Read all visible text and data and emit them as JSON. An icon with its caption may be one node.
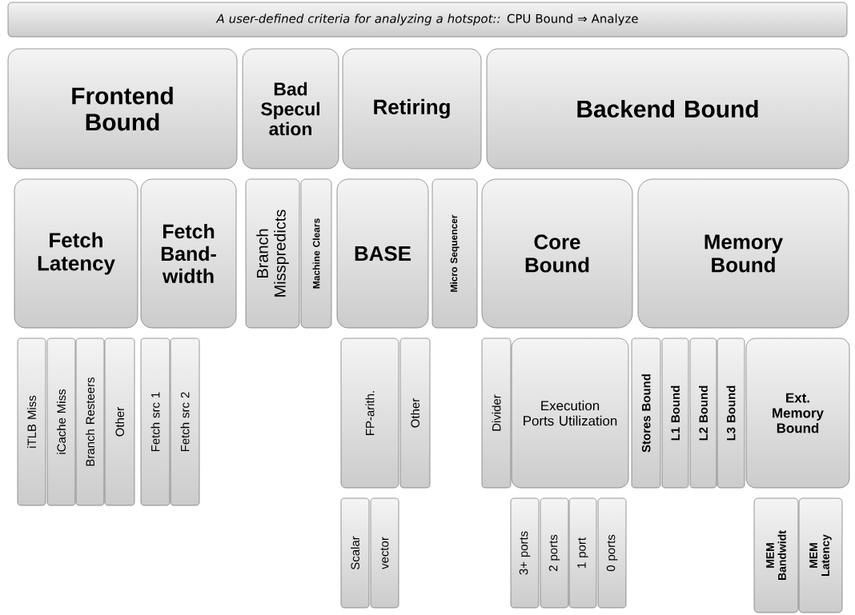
{
  "diagram": {
    "nodes": [
      {
        "text": [
          "*A user-defined criteria for analyzing a hotspot::* CPU Bound ⇒ Analyze"
        ]
      },
      {
        "text": [
          "Frontend Bound"
        ]
      },
      {
        "text": [
          "Bad Specul ation"
        ]
      },
      {
        "text": [
          "Retiring"
        ]
      },
      {
        "text": [
          "Backend Bound"
        ]
      },
      {
        "text": [
          "Fetch Latency"
        ]
      },
      {
        "text": [
          "Fetch Band- width"
        ]
      },
      {
        "text": [
          "Branch Misspredicts"
        ]
      },
      {
        "text": [
          "Machine Clears"
        ]
      },
      {
        "text": [
          "BASE"
        ]
      },
      {
        "text": [
          "Micro Sequencer"
        ]
      },
      {
        "text": [
          "Core Bound"
        ]
      },
      {
        "text": [
          "Memory Bound"
        ]
      },
      {
        "text": [
          "iTLB Miss"
        ]
      },
      {
        "text": [
          "iCache Miss"
        ]
      },
      {
        "text": [
          "Branch Resteers"
        ]
      },
      {
        "text": [
          "Other"
        ]
      },
      {
        "text": [
          "Fetch src 1"
        ]
      },
      {
        "text": [
          "Fetch src 2"
        ]
      },
      {
        "text": [
          "FP-arith."
        ]
      },
      {
        "text": [
          "Other"
        ]
      },
      {
        "text": [
          "Divider"
        ]
      },
      {
        "text": [
          "Execution Ports Utilization"
        ]
      },
      {
        "text": [
          "Stores Bound"
        ]
      },
      {
        "text": [
          "L1 Bound"
        ]
      },
      {
        "text": [
          "L2 Bound"
        ]
      },
      {
        "text": [
          "L3 Bound"
        ]
      },
      {
        "text": [
          "Ext. Memory Bound"
        ]
      },
      {
        "text": [
          "Scalar"
        ]
      },
      {
        "text": [
          "vector"
        ]
      },
      {
        "text": [
          "3+ ports"
        ]
      },
      {
        "text": [
          "2 ports"
        ]
      },
      {
        "text": [
          "1 port"
        ]
      },
      {
        "text": [
          "0 ports"
        ]
      },
      {
        "text": [
          "MEM Bandwidt"
        ]
      },
      {
        "text": [
          "MEM Latency"
        ]
      }
    ]
  }
}
